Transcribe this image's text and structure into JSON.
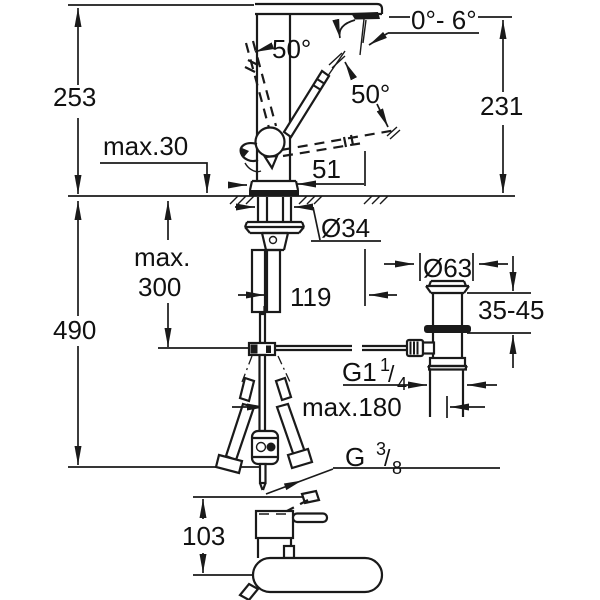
{
  "drawing": {
    "type": "faucet-installation-dimension-drawing",
    "line_color": "#1a1a1a",
    "background_color": "#ffffff"
  },
  "labels": {
    "height_above_deck": "253",
    "spout_height": "231",
    "spray_angle_range": "0°- 6°",
    "handle_angle_back": "50°",
    "handle_angle_front": "50°",
    "deck_max_thickness": "max.30",
    "spout_reach": "51",
    "hole_diameter": "Ø34",
    "pull_rod_max_line1": "max.",
    "pull_rod_max_line2": "300",
    "rod_offset": "119",
    "waste_flange_diameter": "Ø63",
    "waste_deck_range": "35-45",
    "under_deck_depth": "490",
    "waste_thread_prefix": "G1",
    "waste_thread_numerator": "1",
    "waste_thread_slash": "/",
    "waste_thread_denominator": "4",
    "rod_max_length": "max.180",
    "supply_thread_prefix": "G",
    "supply_thread_numerator": "3",
    "supply_thread_slash": "/",
    "supply_thread_denominator": "8",
    "body_depth": "103"
  }
}
